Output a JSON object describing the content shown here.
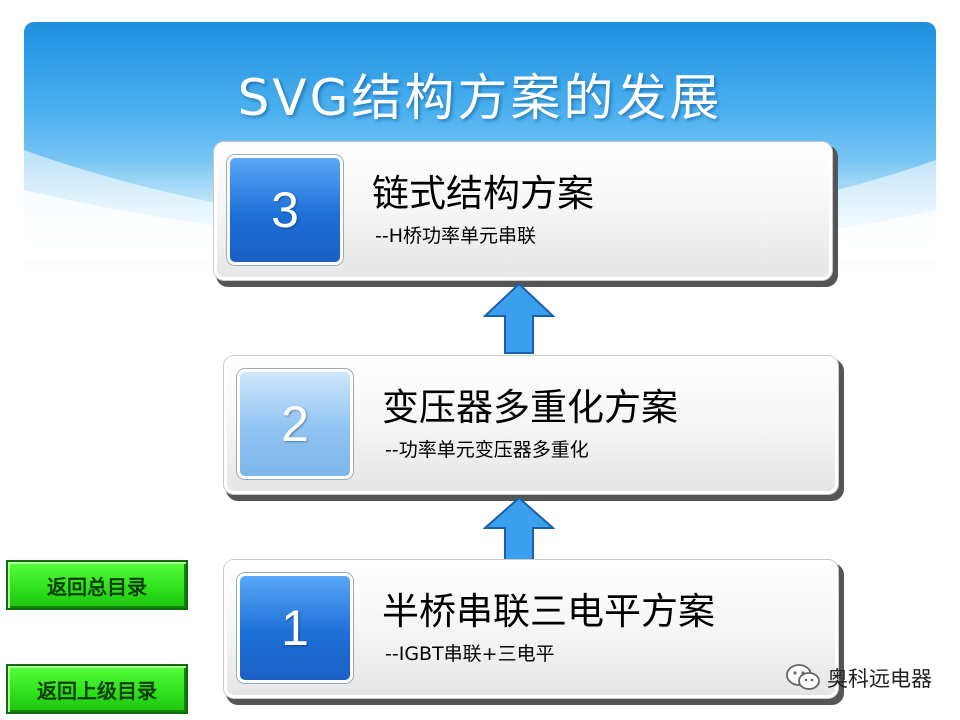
{
  "title": "SVG结构方案的发展",
  "cards": [
    {
      "number": "3",
      "title": "链式结构方案",
      "subtitle": "--H桥功率单元串联"
    },
    {
      "number": "2",
      "title": "变压器多重化方案",
      "subtitle": "--功率单元变压器多重化"
    },
    {
      "number": "1",
      "title": "半桥串联三电平方案",
      "subtitle": "--IGBT串联+三电平"
    }
  ],
  "nav": {
    "back_main": "返回总目录",
    "back_up": "返回上级目录"
  },
  "watermark": {
    "text": "奥科远电器",
    "icon": "wechat-icon"
  },
  "colors": {
    "header_blue": "#1e8fe0",
    "number_dark": "#1d6fd8",
    "number_light": "#8fc3f2",
    "arrow_blue": "#3aa0ee",
    "nav_green": "#2de01a"
  }
}
